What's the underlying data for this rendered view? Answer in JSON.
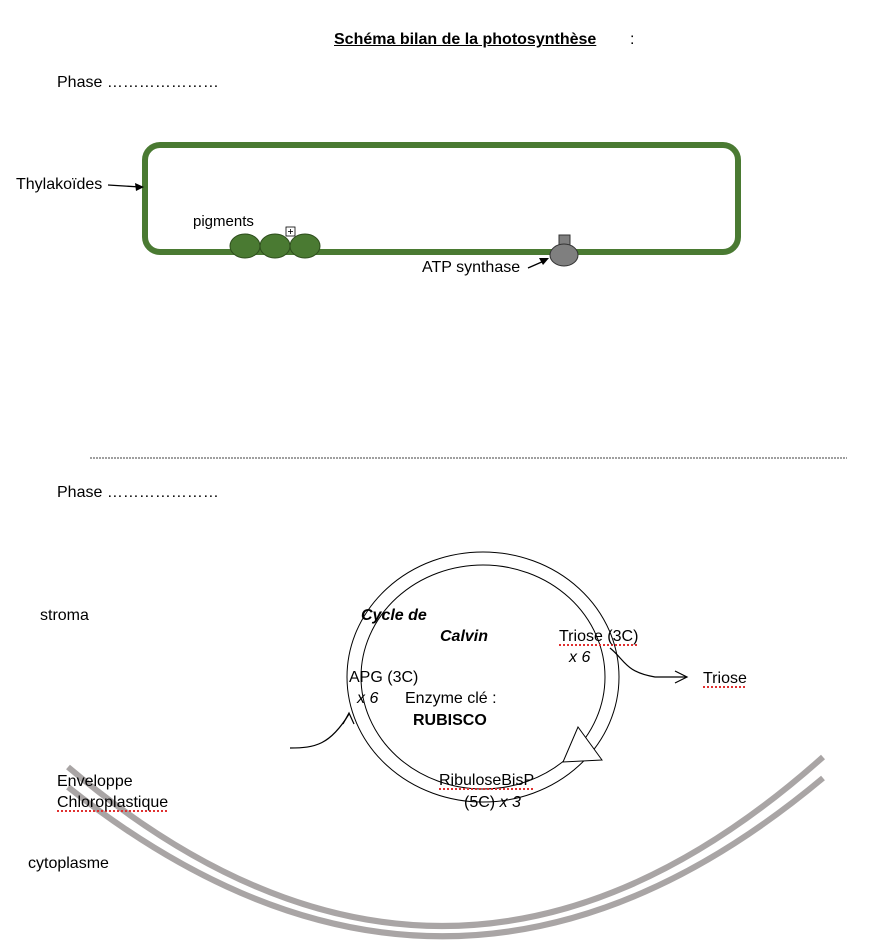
{
  "title": "Schéma bilan de la photosynthèse",
  "title_suffix": " :",
  "phase1": {
    "label": "Phase …………………"
  },
  "phase2": {
    "label": "Phase …………………"
  },
  "thylakoid": {
    "label": "Thylakoïdes",
    "pigments_label": "pigments",
    "atp_synthase_label": "ATP synthase"
  },
  "calvin": {
    "stroma_label": "stroma",
    "cycle_label_line1": "Cycle de",
    "cycle_label_line2": "Calvin",
    "triose_3c": "Triose (3C)",
    "triose_3c_mult": "x 6",
    "triose_out": "Triose",
    "apg": "APG (3C)",
    "apg_mult": "x 6",
    "enzyme": "Enzyme clé :",
    "rubisco": "RUBISCO",
    "ribulose": "RibuloseBisP",
    "ribulose_c": "(5C)",
    "ribulose_mult": "x 3",
    "envelope_line1": "Enveloppe",
    "envelope_line2": "Chloroplastique",
    "cytoplasm": "cytoplasme"
  },
  "colors": {
    "membrane_green": "#4a7a32",
    "pigment_green": "#4a7a32",
    "atp_synthase_grey": "#7f7f7f",
    "envelope_grey": "#a9a5a5",
    "spellcheck_red": "#e03030"
  }
}
